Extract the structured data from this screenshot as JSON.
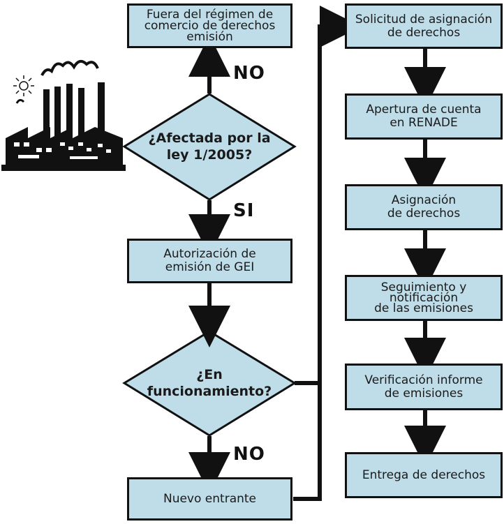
{
  "colors": {
    "box_fill": "#bfdde9",
    "line": "#111111"
  },
  "nodes": {
    "fuera": "Fuera del régimen de\ncomercio de derechos\nemisión",
    "afectada": "¿Afectada por la\nley 1/2005?",
    "autorizacion": "Autorización de\nemisión de GEI",
    "funcionamiento": "¿En\nfuncionamiento?",
    "nuevo": "Nuevo entrante",
    "solicitud": "Solicitud de asignación\nde derechos",
    "apertura": "Apertura de cuenta\nen RENADE",
    "asignacion": "Asignación\nde derechos",
    "seguimiento": "Seguimiento y\nnotificación\nde las emisiones",
    "verificacion": "Verificación informe\nde emisiones",
    "entrega": "Entrega de derechos"
  },
  "labels": {
    "no_top": "NO",
    "si": "SI",
    "no_bottom": "NO"
  },
  "icons": {
    "factory": "factory-icon"
  }
}
